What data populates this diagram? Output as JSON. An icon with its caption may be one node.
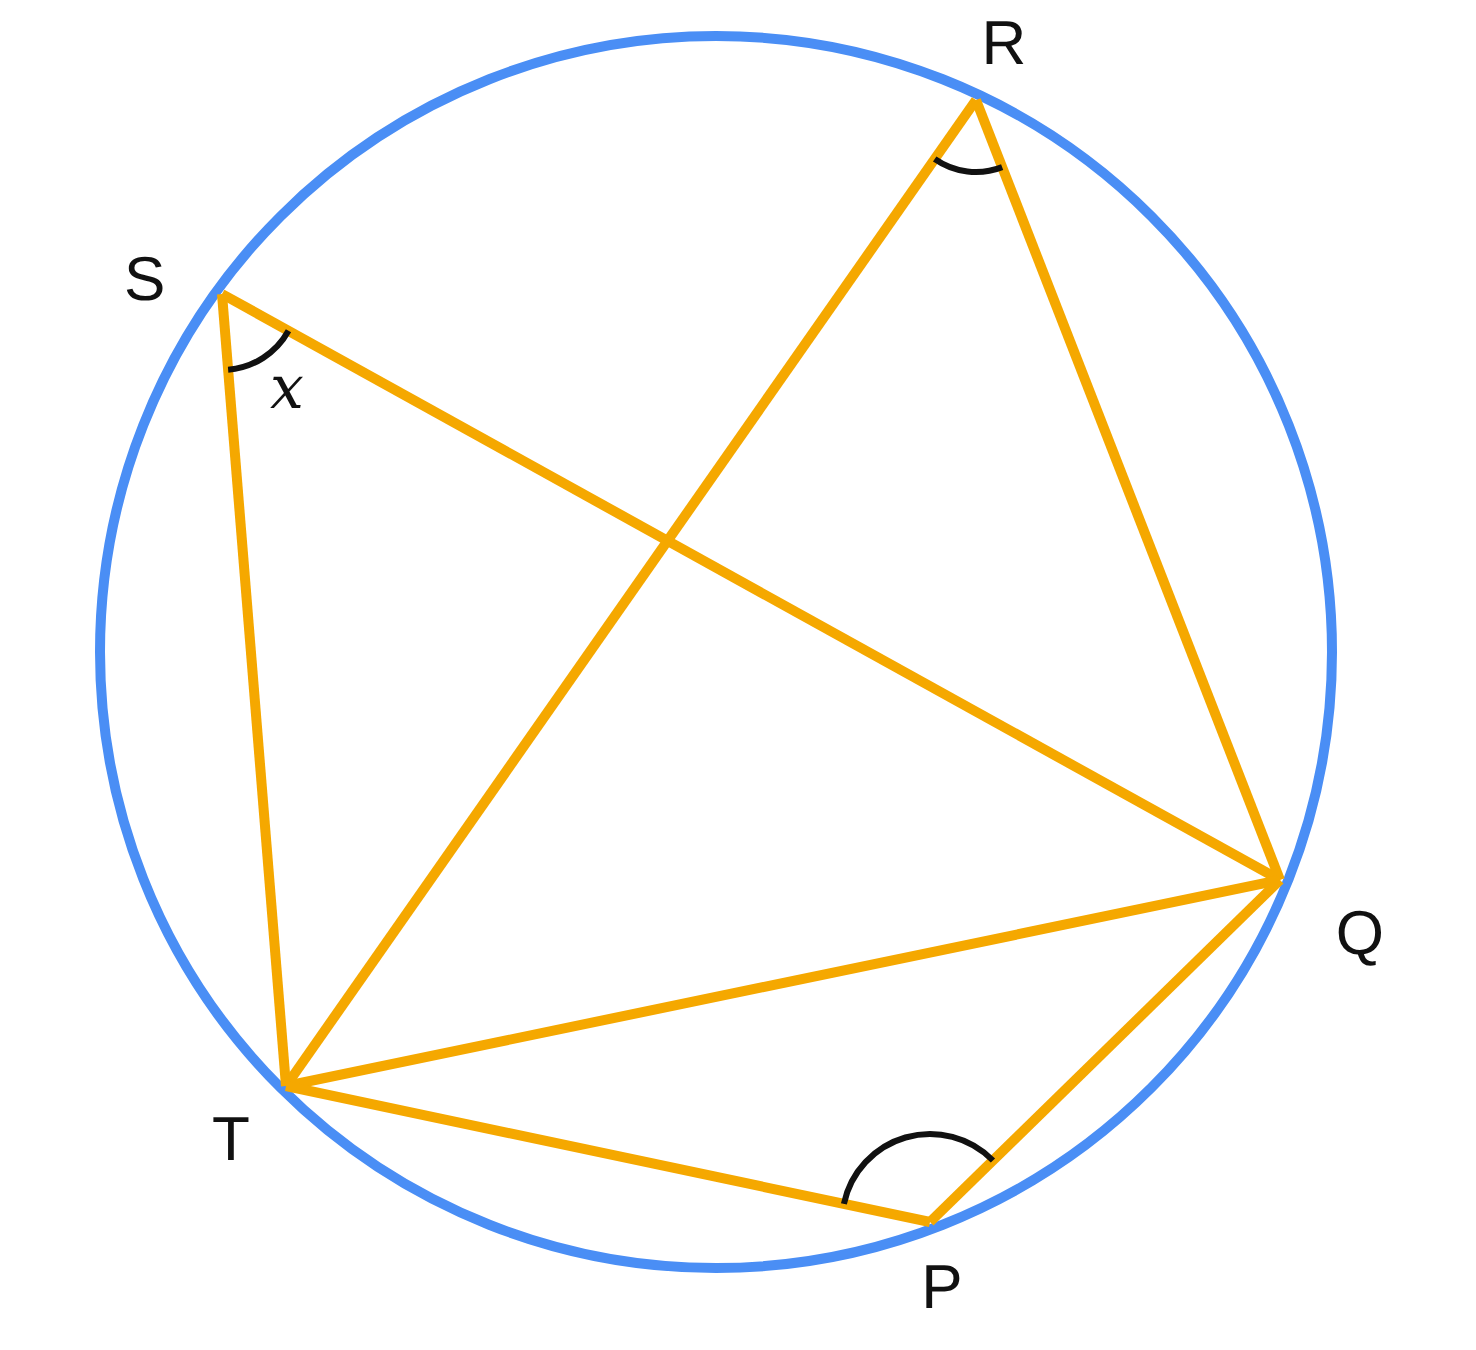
{
  "diagram": {
    "nodes": [
      {
        "text": [
          "R"
        ]
      },
      {
        "text": [
          "S"
        ]
      },
      {
        "text": [
          "Q"
        ]
      },
      {
        "text": [
          "T"
        ]
      },
      {
        "text": [
          "P"
        ]
      }
    ],
    "edges": [
      {
        "from": 1,
        "to": 3,
        "arrow": "none"
      },
      {
        "from": 1,
        "to": 2,
        "arrow": "none"
      },
      {
        "from": 0,
        "to": 3,
        "arrow": "none"
      },
      {
        "from": 0,
        "to": 2,
        "arrow": "none"
      },
      {
        "from": 3,
        "to": 2,
        "arrow": "none"
      },
      {
        "from": 3,
        "to": 4,
        "arrow": "none"
      },
      {
        "from": 4,
        "to": 2,
        "arrow": "none"
      }
    ],
    "labels": [
      "x"
    ]
  }
}
